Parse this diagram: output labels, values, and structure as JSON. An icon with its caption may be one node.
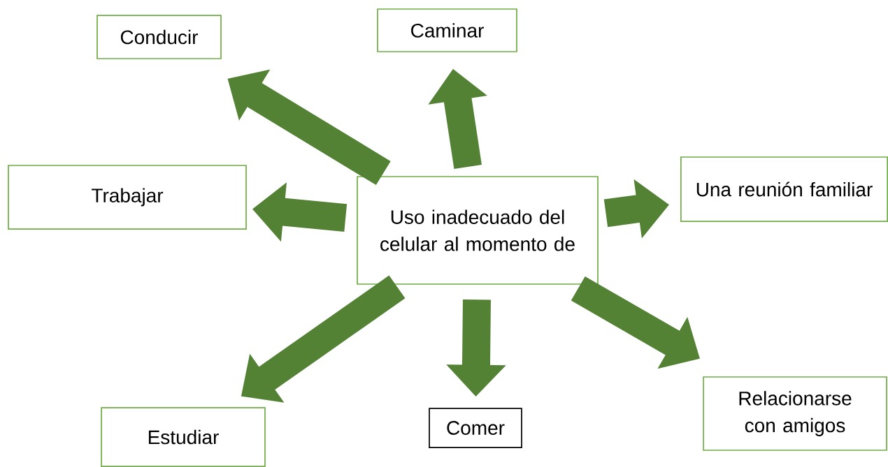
{
  "diagram": {
    "nodes": [
      {
        "text": [
          "Conducir"
        ]
      },
      {
        "text": [
          "Caminar"
        ]
      },
      {
        "text": [
          "Trabajar"
        ]
      },
      {
        "text": [
          "Uso inadecuado del celular al momento de"
        ]
      },
      {
        "text": [
          "Una reunión familiar"
        ]
      },
      {
        "text": [
          "Estudiar"
        ]
      },
      {
        "text": [
          "Comer"
        ]
      },
      {
        "text": [
          "Relacionarse con amigos"
        ]
      }
    ],
    "edges": [
      {
        "from": 3,
        "to": 0,
        "arrow": "to"
      },
      {
        "from": 3,
        "to": 1,
        "arrow": "to"
      },
      {
        "from": 3,
        "to": 2,
        "arrow": "to"
      },
      {
        "from": 3,
        "to": 4,
        "arrow": "to"
      },
      {
        "from": 3,
        "to": 5,
        "arrow": "to"
      },
      {
        "from": 3,
        "to": 6,
        "arrow": "to"
      },
      {
        "from": 3,
        "to": 7,
        "arrow": "to"
      }
    ]
  }
}
